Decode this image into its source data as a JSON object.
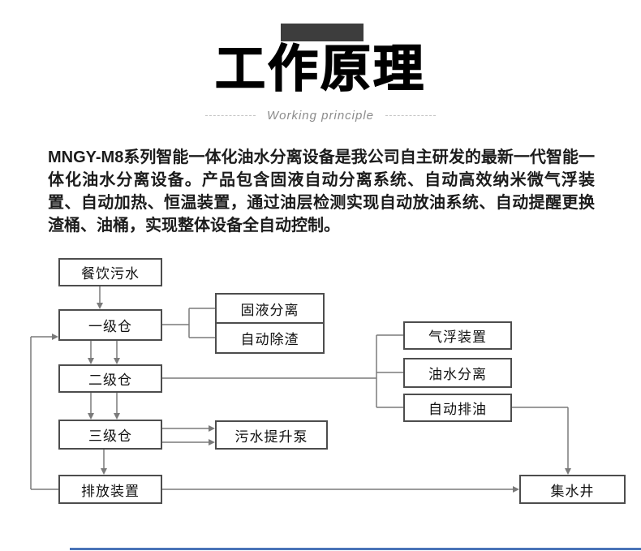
{
  "header": {
    "title": "工作原理",
    "subtitle": "Working principle",
    "accent_bar_color": "#3d3d3d"
  },
  "intro": {
    "text": "MNGY-M8系列智能一体化油水分离设备是我公司自主研发的最新一代智能一体化油水分离设备。产品包含固液自动分离系统、自动高效纳米微气浮装置、自动加热、恒温装置，通过油层检测实现自动放油系统、自动提醒更换渣桶、油桶，实现整体设备全自动控制。"
  },
  "flowchart": {
    "nodes": {
      "inflow": "餐饮污水",
      "stage1": "一级仓",
      "solid_liquid_separation": "固液分离",
      "auto_deslagging": "自动除渣",
      "stage2": "二级仓",
      "air_flotation": "气浮装置",
      "oil_water_separation": "油水分离",
      "auto_oil_discharge": "自动排油",
      "stage3": "三级仓",
      "sewage_lift_pump": "污水提升泵",
      "discharge_device": "排放装置",
      "collecting_well": "集水井"
    },
    "line_color": "#7a7a7a",
    "box_border_color": "#4d4d4d"
  },
  "footer": {
    "divider_color": "#4a74b8"
  }
}
